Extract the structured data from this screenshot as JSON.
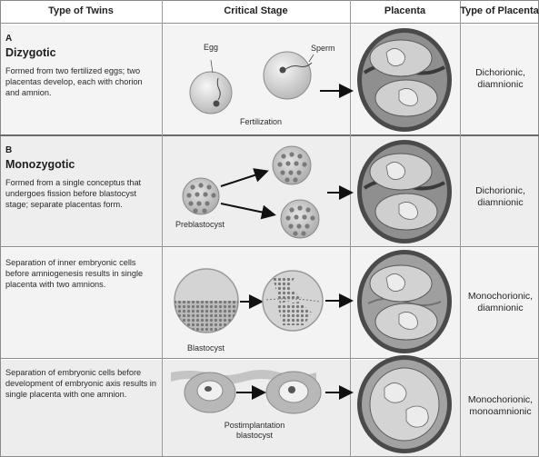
{
  "header": {
    "col1": "Type of Twins",
    "col2": "Critical Stage",
    "col3": "Placenta",
    "col4": "Type of Placenta"
  },
  "rows": [
    {
      "letter": "A",
      "title": "Dizygotic",
      "description": "Formed from two fertilized eggs; two placentas develop, each with chorion and amnion.",
      "placenta_type": "Dichorionic, diamnionic",
      "labels": {
        "egg": "Egg",
        "sperm": "Sperm",
        "fertilization": "Fertilization"
      }
    },
    {
      "letter": "B",
      "title": "Monozygotic",
      "description": "Formed from a single conceptus that undergoes fission before blastocyst stage; separate placentas form.",
      "placenta_type": "Dichorionic, diamnionic",
      "labels": {
        "preblastocyst": "Preblastocyst"
      }
    },
    {
      "description": "Separation of inner embryonic cells before amniogenesis results in single placenta with two amnions.",
      "placenta_type": "Monochorionic, diamnionic",
      "labels": {
        "blastocyst": "Blastocyst"
      }
    },
    {
      "description": "Separation of embryonic cells before development of embryonic axis results in single placenta with one amnion.",
      "placenta_type": "Monochorionic, monoamnionic",
      "labels": {
        "postimplantation_line1": "Postimplantation",
        "postimplantation_line2": "blastocyst"
      }
    }
  ],
  "colors": {
    "row_shade": "#ececec",
    "cell_fill": "#dcdcdc",
    "placenta_outer": "#4a4a4a",
    "placenta_inner": "#8f8f8f",
    "dots": "#7a7a7a"
  }
}
